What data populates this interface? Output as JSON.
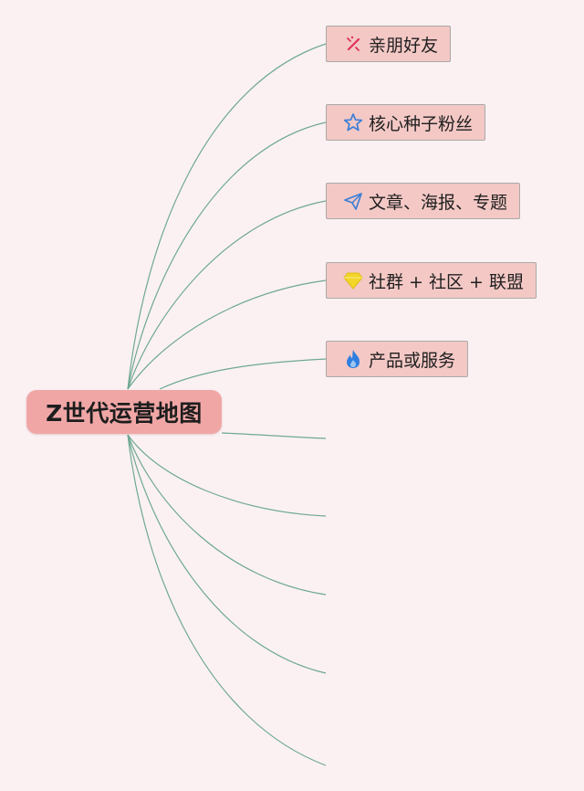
{
  "root": {
    "label": "Z世代运营地图",
    "fill": "#f1a6a6"
  },
  "branches": [
    {
      "label": "亲朋好友",
      "icon": "sparkle-wand-icon",
      "icon_color": "#e0305e"
    },
    {
      "label": "核心种子粉丝",
      "icon": "star-outline-icon",
      "icon_color": "#3d7fd6"
    },
    {
      "label": "文章、海报、专题",
      "icon": "paper-plane-icon",
      "icon_color": "#3d7fd6"
    },
    {
      "label": "社群 + 社区 + 联盟",
      "icon": "gem-icon",
      "icon_color": "#f2d62a"
    },
    {
      "label": "产品或服务",
      "icon": "flame-icon",
      "icon_color": "#2f7fe0"
    }
  ],
  "empty_branch_count": 5,
  "colors": {
    "background": "#fbf1f3",
    "branch_fill": "#f3c8c5",
    "branch_border": "#a9aaa8",
    "connector": "#6fa894"
  }
}
